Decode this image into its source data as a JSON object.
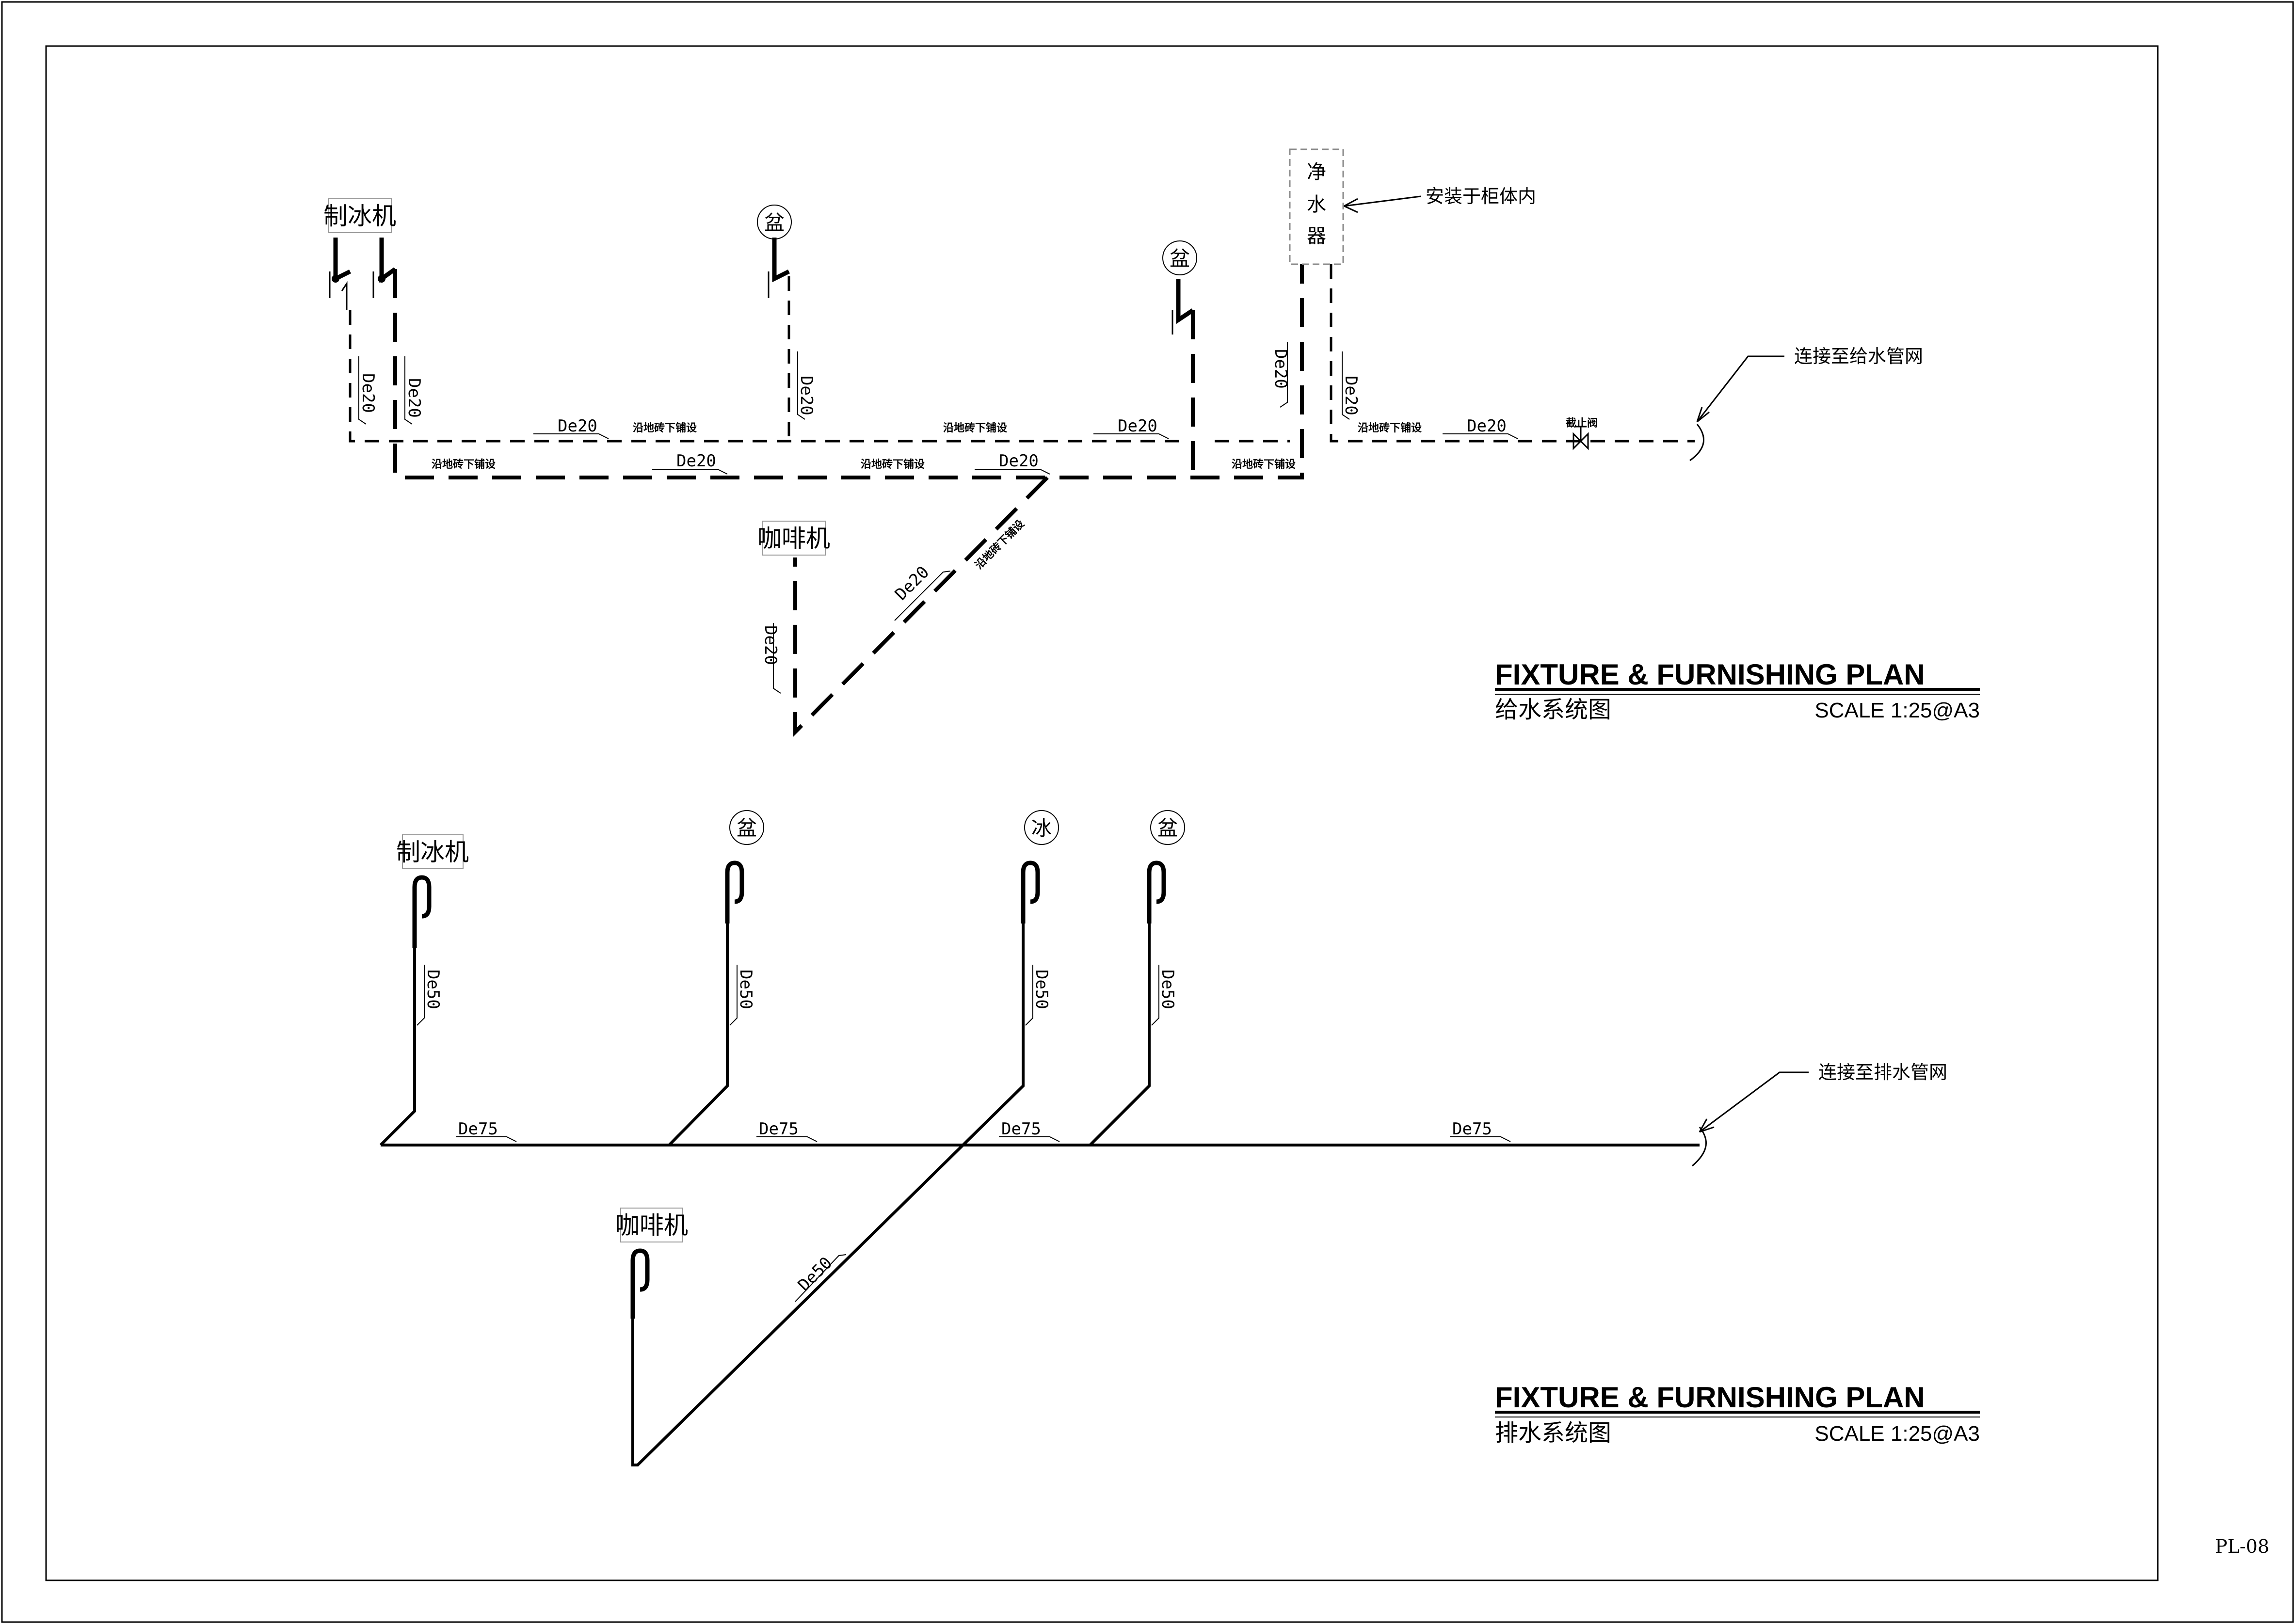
{
  "water_supply": {
    "fixtures": {
      "ice_maker": "制冰机",
      "basin_1": "盆",
      "basin_2": "盆",
      "purifier_1": "净",
      "purifier_2": "水",
      "purifier_3": "器",
      "coffee": "咖啡机"
    },
    "purifier_note": "安装于柜体内",
    "connect_note": "连接至给水管网",
    "valve_note": "截止阀",
    "pipe_size": "De20",
    "lay_note": "沿地砖下铺设",
    "title": "FIXTURE & FURNISHING PLAN",
    "subtitle": "给水系统图",
    "scale": "SCALE  1:25@A3"
  },
  "drainage": {
    "fixtures": {
      "ice_maker": "制冰机",
      "basin_1": "盆",
      "ice": "冰",
      "basin_2": "盆",
      "coffee": "咖啡机"
    },
    "branch_size": "De50",
    "main_size": "De75",
    "connect_note": "连接至排水管网",
    "title": "FIXTURE & FURNISHING PLAN",
    "subtitle": "排水系统图",
    "scale": "SCALE  1:25@A3"
  },
  "sheet_no": "PL-08"
}
